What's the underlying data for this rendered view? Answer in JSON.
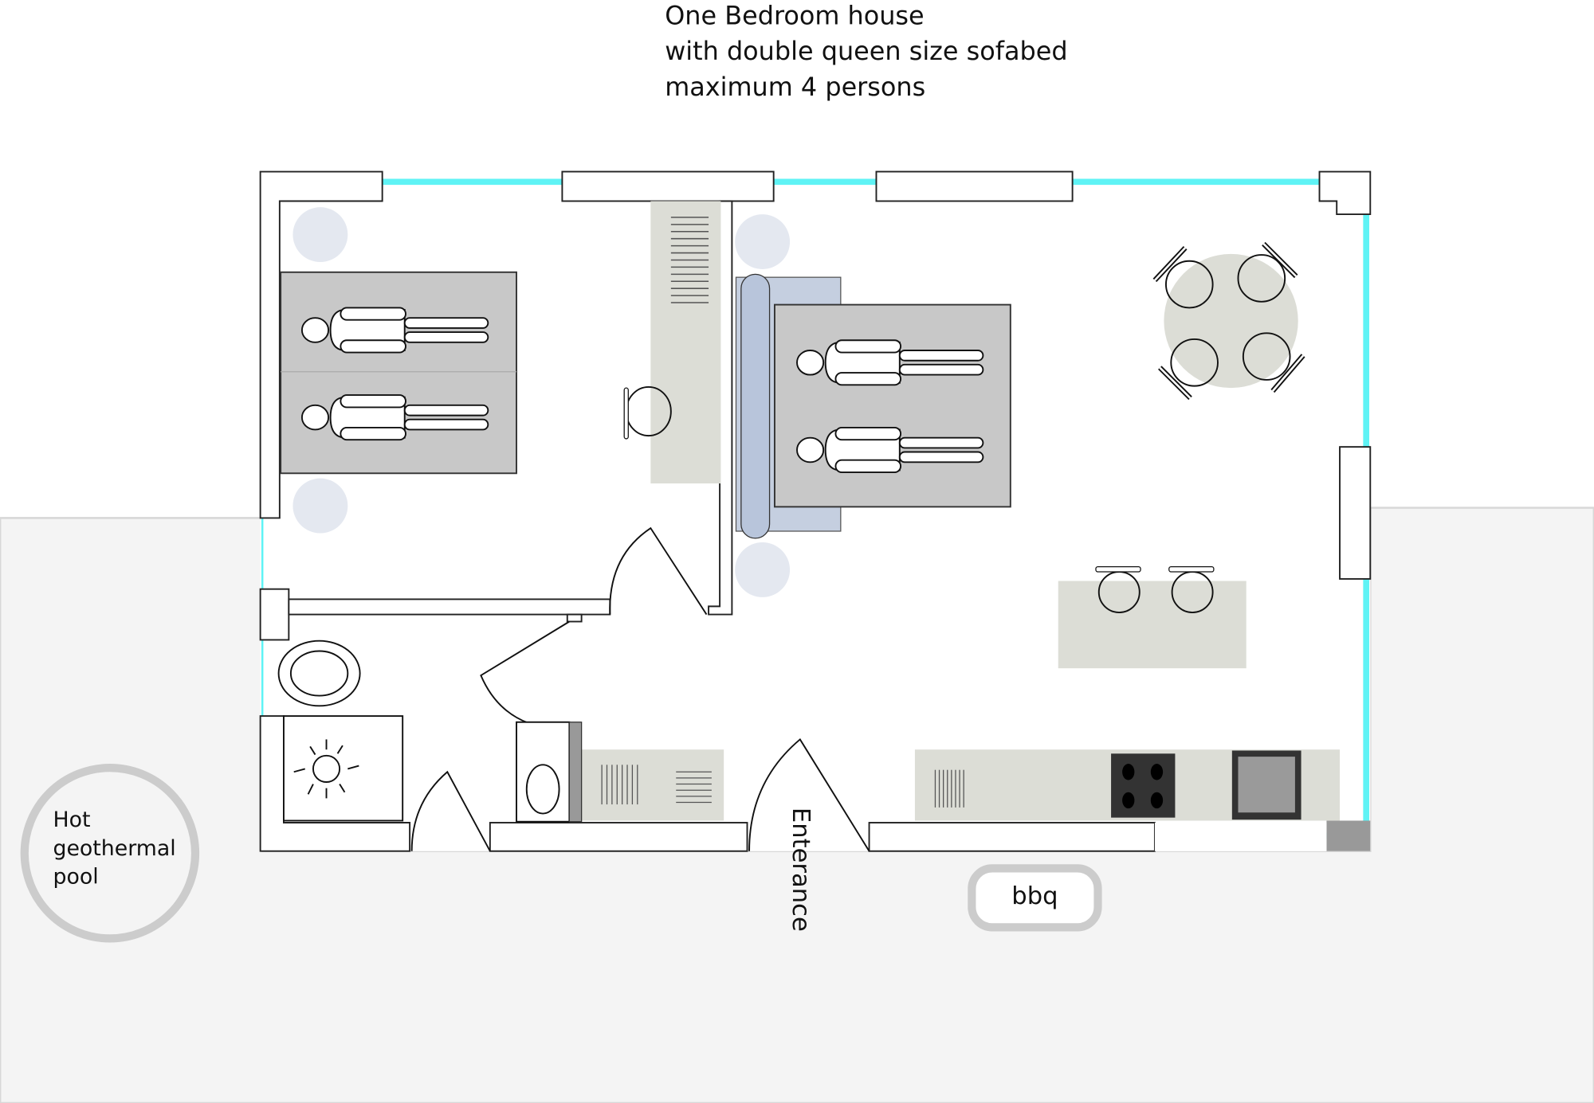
{
  "title": {
    "line1": "One Bedroom house",
    "line2": "with double queen size sofabed",
    "line3": "maximum 4 persons"
  },
  "labels": {
    "pool_line1": "Hot",
    "pool_line2": "geothermal",
    "pool_line3": "pool",
    "bbq": "bbq",
    "entrance": "Enterance"
  },
  "colors": {
    "window": "#5ff3f5",
    "bed": "#c8c8c8",
    "furniture": "#dcddd6",
    "sofa": "#c5cfe0",
    "outdoor": "#f4f4f4"
  }
}
